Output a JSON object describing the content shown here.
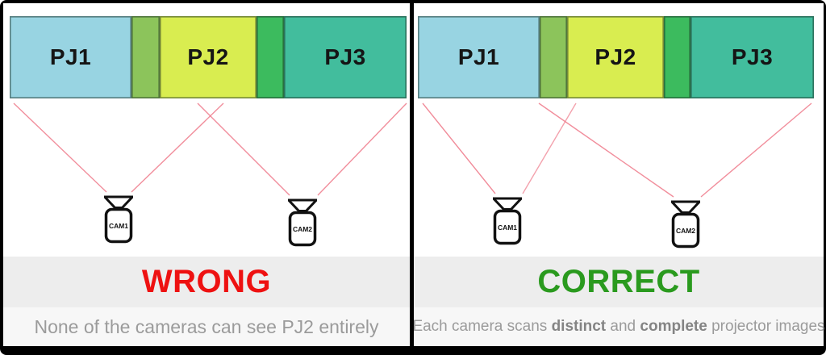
{
  "colors": {
    "sightline": "#ef7b8b",
    "band_headline": "#ededed",
    "band_caption": "#f7f7f7",
    "wrong": "#ee1111",
    "correct": "#2a9a1e"
  },
  "panels": {
    "left": {
      "bar": {
        "segments": [
          {
            "label": "PJ1",
            "color": "#98d4e2"
          },
          {
            "label": "",
            "color": "#8cc45b"
          },
          {
            "label": "PJ2",
            "color": "#d9ed50"
          },
          {
            "label": "",
            "color": "#3cbb5e"
          },
          {
            "label": "PJ3",
            "color": "#42bd9d"
          }
        ]
      },
      "cameras": [
        {
          "label": "CAM1"
        },
        {
          "label": "CAM2"
        }
      ],
      "verdict": "WRONG",
      "caption": "None of the cameras can see PJ2 entirely"
    },
    "right": {
      "bar": {
        "segments": [
          {
            "label": "PJ1",
            "color": "#98d4e2"
          },
          {
            "label": "",
            "color": "#8cc45b"
          },
          {
            "label": "PJ2",
            "color": "#d9ed50"
          },
          {
            "label": "",
            "color": "#3cbb5e"
          },
          {
            "label": "PJ3",
            "color": "#42bd9d"
          }
        ]
      },
      "cameras": [
        {
          "label": "CAM1"
        },
        {
          "label": "CAM2"
        }
      ],
      "verdict": "CORRECT",
      "caption": {
        "part1": "Each camera scans ",
        "bold1": "distinct",
        "part2": " and ",
        "bold2": "complete",
        "part3": " projector images"
      }
    }
  }
}
